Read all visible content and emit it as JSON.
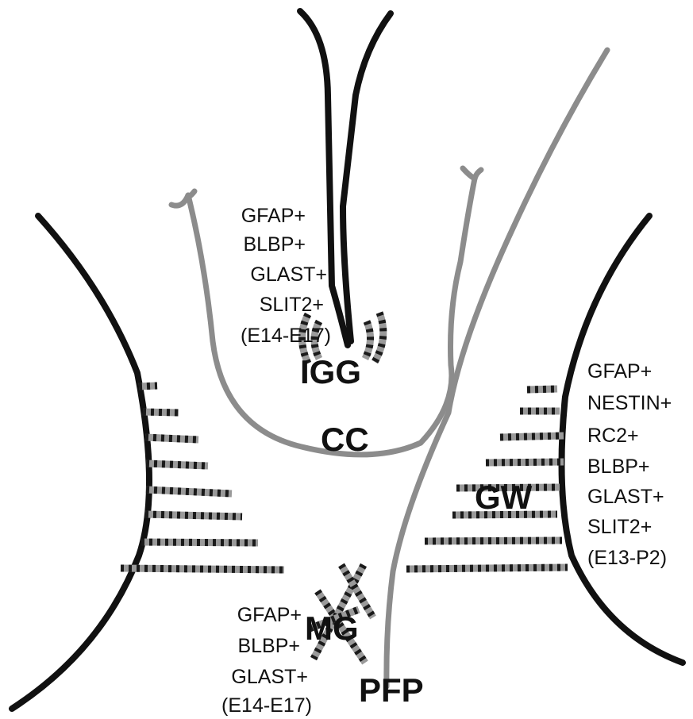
{
  "glia_labels": {
    "igg_markers": [
      "GFAP+",
      "BLBP+",
      "GLAST+",
      "SLIT2+",
      "(E14-E17)"
    ],
    "gw_markers": [
      "GFAP+",
      "NESTIN+",
      "RC2+",
      "BLBP+",
      "GLAST+",
      "SLIT2+",
      "(E13-P2)"
    ],
    "mg_markers": [
      "GFAP+",
      "BLBP+",
      "GLAST+",
      "(E14-E17)"
    ]
  },
  "regions": {
    "igg": "IGG",
    "cc": "CC",
    "gw": "GW",
    "mg": "MG",
    "pfp": "PFP"
  },
  "colors": {
    "structure_outline": "#111111",
    "axon_tracts": "#8c8c8c",
    "glia_dark": "#1a1a1a",
    "glia_grey": "#9a9a9a"
  }
}
